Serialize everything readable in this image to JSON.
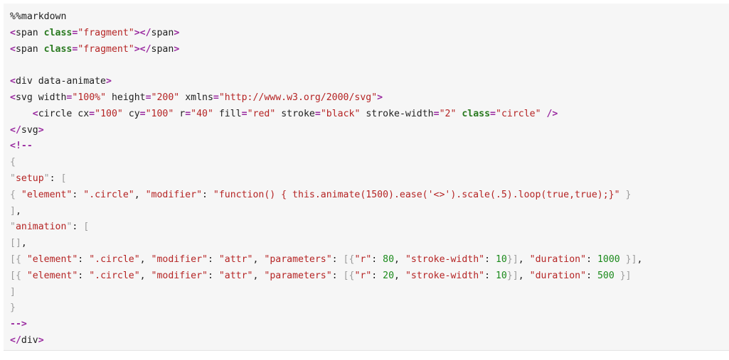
{
  "code_block": {
    "lines": [
      [
        [
          "%%markdown",
          "t-tag"
        ]
      ],
      [
        [
          "<",
          "t-punc"
        ],
        [
          "span ",
          "t-tag"
        ],
        [
          "class",
          "t-kw"
        ],
        [
          "=",
          "t-punc"
        ],
        [
          "\"fragment\"",
          "t-str"
        ],
        [
          "></",
          "t-punc"
        ],
        [
          "span",
          "t-tag"
        ],
        [
          ">",
          "t-punc"
        ]
      ],
      [
        [
          "<",
          "t-punc"
        ],
        [
          "span ",
          "t-tag"
        ],
        [
          "class",
          "t-kw"
        ],
        [
          "=",
          "t-punc"
        ],
        [
          "\"fragment\"",
          "t-str"
        ],
        [
          "></",
          "t-punc"
        ],
        [
          "span",
          "t-tag"
        ],
        [
          ">",
          "t-punc"
        ]
      ],
      [],
      [
        [
          "<",
          "t-punc"
        ],
        [
          "div data-animate",
          "t-tag"
        ],
        [
          ">",
          "t-punc"
        ]
      ],
      [
        [
          "<",
          "t-punc"
        ],
        [
          "svg width",
          "t-tag"
        ],
        [
          "=",
          "t-punc"
        ],
        [
          "\"100%\"",
          "t-str"
        ],
        [
          " height",
          "t-tag"
        ],
        [
          "=",
          "t-punc"
        ],
        [
          "\"200\"",
          "t-str"
        ],
        [
          " xmlns",
          "t-tag"
        ],
        [
          "=",
          "t-punc"
        ],
        [
          "\"http://www.w3.org/2000/svg\"",
          "t-str"
        ],
        [
          ">",
          "t-punc"
        ]
      ],
      [
        [
          "    <",
          "t-punc"
        ],
        [
          "circle cx",
          "t-tag"
        ],
        [
          "=",
          "t-punc"
        ],
        [
          "\"100\"",
          "t-str"
        ],
        [
          " cy",
          "t-tag"
        ],
        [
          "=",
          "t-punc"
        ],
        [
          "\"100\"",
          "t-str"
        ],
        [
          " r",
          "t-tag"
        ],
        [
          "=",
          "t-punc"
        ],
        [
          "\"40\"",
          "t-str"
        ],
        [
          " fill",
          "t-tag"
        ],
        [
          "=",
          "t-punc"
        ],
        [
          "\"red\"",
          "t-str"
        ],
        [
          " stroke",
          "t-tag"
        ],
        [
          "=",
          "t-punc"
        ],
        [
          "\"black\"",
          "t-str"
        ],
        [
          " stroke-width",
          "t-tag"
        ],
        [
          "=",
          "t-punc"
        ],
        [
          "\"2\"",
          "t-str"
        ],
        [
          " ",
          "t-tag"
        ],
        [
          "class",
          "t-kw"
        ],
        [
          "=",
          "t-punc"
        ],
        [
          "\"circle\"",
          "t-str"
        ],
        [
          " />",
          "t-punc"
        ]
      ],
      [
        [
          "</",
          "t-punc"
        ],
        [
          "svg",
          "t-tag"
        ],
        [
          ">",
          "t-punc"
        ]
      ],
      [
        [
          "<!--",
          "t-punc"
        ]
      ],
      [
        [
          "{",
          "t-muted"
        ]
      ],
      [
        [
          "\"",
          "t-muted"
        ],
        [
          "setup",
          "t-key"
        ],
        [
          "\"",
          "t-muted"
        ],
        [
          ": ",
          "t-tag"
        ],
        [
          "[",
          "t-muted"
        ]
      ],
      [
        [
          "{ ",
          "t-muted"
        ],
        [
          "\"element\"",
          "t-key"
        ],
        [
          ": ",
          "t-tag"
        ],
        [
          "\".circle\"",
          "t-key"
        ],
        [
          ", ",
          "t-tag"
        ],
        [
          "\"modifier\"",
          "t-key"
        ],
        [
          ": ",
          "t-tag"
        ],
        [
          "\"function() { this.animate(1500).ease('<>').scale(.5).loop(true,true);}\"",
          "t-key"
        ],
        [
          " }",
          "t-muted"
        ]
      ],
      [
        [
          "]",
          "t-muted"
        ],
        [
          ",",
          "t-tag"
        ]
      ],
      [
        [
          "\"",
          "t-muted"
        ],
        [
          "animation",
          "t-key"
        ],
        [
          "\"",
          "t-muted"
        ],
        [
          ": ",
          "t-tag"
        ],
        [
          "[",
          "t-muted"
        ]
      ],
      [
        [
          "[]",
          "t-muted"
        ],
        [
          ",",
          "t-tag"
        ]
      ],
      [
        [
          "[{ ",
          "t-muted"
        ],
        [
          "\"element\"",
          "t-key"
        ],
        [
          ": ",
          "t-tag"
        ],
        [
          "\".circle\"",
          "t-key"
        ],
        [
          ", ",
          "t-tag"
        ],
        [
          "\"modifier\"",
          "t-key"
        ],
        [
          ": ",
          "t-tag"
        ],
        [
          "\"attr\"",
          "t-key"
        ],
        [
          ", ",
          "t-tag"
        ],
        [
          "\"parameters\"",
          "t-key"
        ],
        [
          ": ",
          "t-tag"
        ],
        [
          "[{",
          "t-muted"
        ],
        [
          "\"r\"",
          "t-key"
        ],
        [
          ": ",
          "t-tag"
        ],
        [
          "80",
          "t-num"
        ],
        [
          ", ",
          "t-tag"
        ],
        [
          "\"stroke-width\"",
          "t-key"
        ],
        [
          ": ",
          "t-tag"
        ],
        [
          "10",
          "t-num"
        ],
        [
          "}]",
          "t-muted"
        ],
        [
          ", ",
          "t-tag"
        ],
        [
          "\"duration\"",
          "t-key"
        ],
        [
          ": ",
          "t-tag"
        ],
        [
          "1000",
          "t-num"
        ],
        [
          " }]",
          "t-muted"
        ],
        [
          ",",
          "t-tag"
        ]
      ],
      [
        [
          "[{ ",
          "t-muted"
        ],
        [
          "\"element\"",
          "t-key"
        ],
        [
          ": ",
          "t-tag"
        ],
        [
          "\".circle\"",
          "t-key"
        ],
        [
          ", ",
          "t-tag"
        ],
        [
          "\"modifier\"",
          "t-key"
        ],
        [
          ": ",
          "t-tag"
        ],
        [
          "\"attr\"",
          "t-key"
        ],
        [
          ", ",
          "t-tag"
        ],
        [
          "\"parameters\"",
          "t-key"
        ],
        [
          ": ",
          "t-tag"
        ],
        [
          "[{",
          "t-muted"
        ],
        [
          "\"r\"",
          "t-key"
        ],
        [
          ": ",
          "t-tag"
        ],
        [
          "20",
          "t-num"
        ],
        [
          ", ",
          "t-tag"
        ],
        [
          "\"stroke-width\"",
          "t-key"
        ],
        [
          ": ",
          "t-tag"
        ],
        [
          "10",
          "t-num"
        ],
        [
          "}]",
          "t-muted"
        ],
        [
          ", ",
          "t-tag"
        ],
        [
          "\"duration\"",
          "t-key"
        ],
        [
          ": ",
          "t-tag"
        ],
        [
          "500",
          "t-num"
        ],
        [
          " }]",
          "t-muted"
        ]
      ],
      [
        [
          "]",
          "t-muted"
        ]
      ],
      [
        [
          "}",
          "t-muted"
        ]
      ],
      [
        [
          "-->",
          "t-punc"
        ]
      ],
      [
        [
          "</",
          "t-punc"
        ],
        [
          "div",
          "t-tag"
        ],
        [
          ">",
          "t-punc"
        ]
      ]
    ]
  }
}
